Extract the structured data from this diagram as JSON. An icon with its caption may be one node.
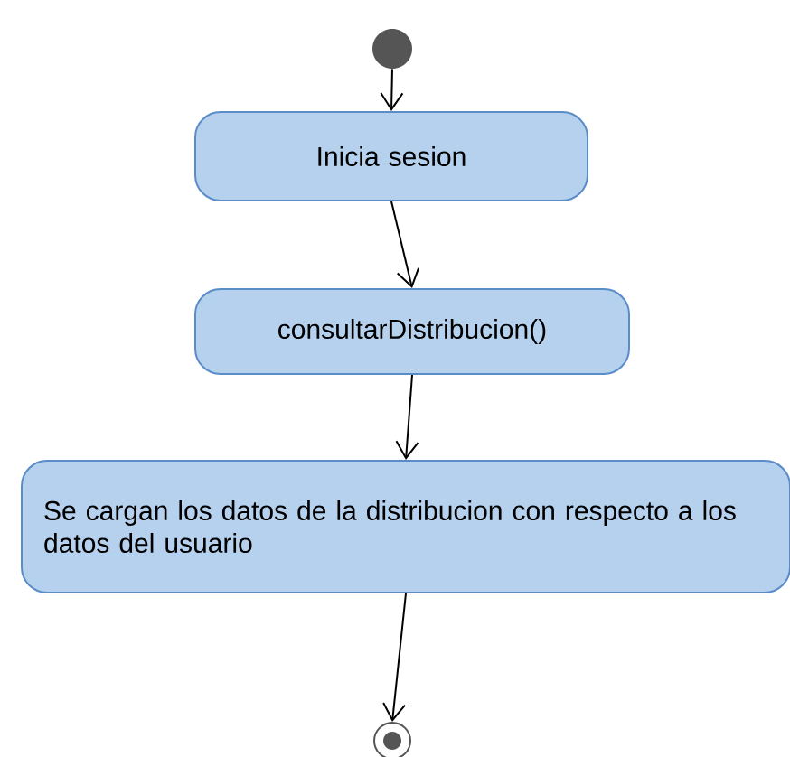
{
  "diagram": {
    "nodes": [
      {
        "text": [],
        "shape": "circle"
      },
      {
        "text": [
          "Inicia sesion"
        ]
      },
      {
        "text": [
          "consultarDistribucion()"
        ]
      },
      {
        "text": [
          "Se cargan los datos de la distribucion con respecto a los datos del usuario"
        ]
      },
      {
        "text": [],
        "shape": "bullseye"
      }
    ],
    "edges": [
      {
        "from": 0,
        "to": 1,
        "arrow": "to"
      },
      {
        "from": 1,
        "to": 2,
        "arrow": "to"
      },
      {
        "from": 2,
        "to": 3,
        "arrow": "to"
      },
      {
        "from": 3,
        "to": 4,
        "arrow": "to"
      }
    ]
  }
}
